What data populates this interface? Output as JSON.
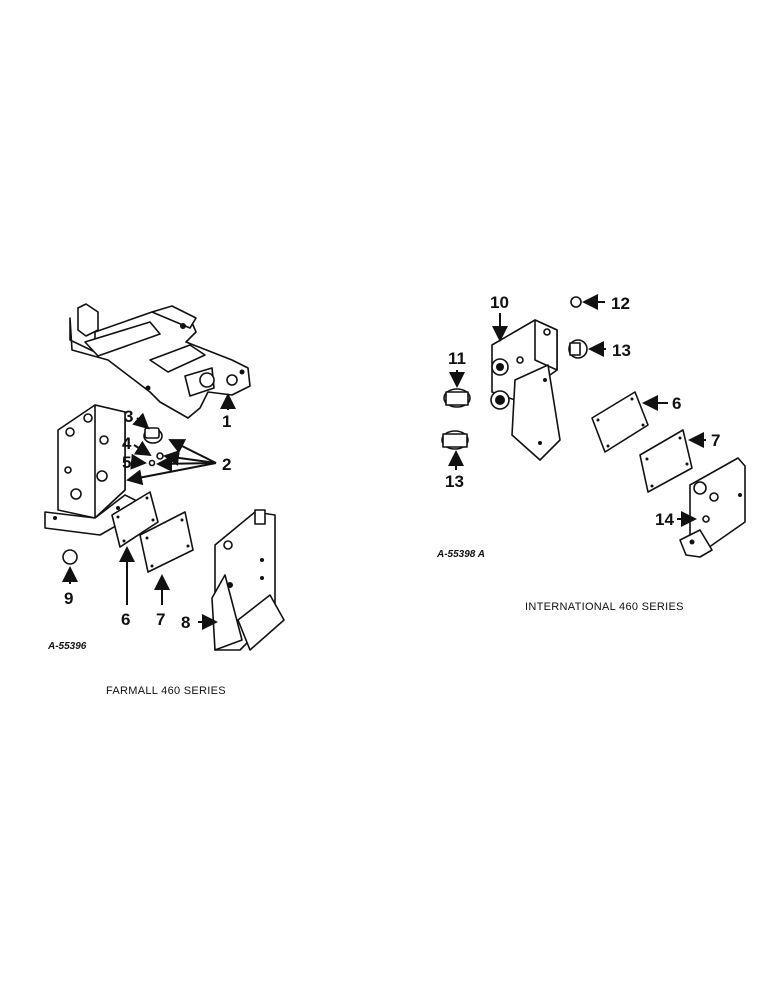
{
  "farmall": {
    "caption": "FARMALL 460 SERIES",
    "drawing_number": "A-55396",
    "callouts": [
      "1",
      "2",
      "3",
      "4",
      "5",
      "6",
      "7",
      "8",
      "9"
    ]
  },
  "international": {
    "caption": "INTERNATIONAL 460 SERIES",
    "drawing_number": "A-55398 A",
    "callouts": [
      "10",
      "11",
      "12",
      "13",
      "13",
      "6",
      "7",
      "14"
    ]
  }
}
